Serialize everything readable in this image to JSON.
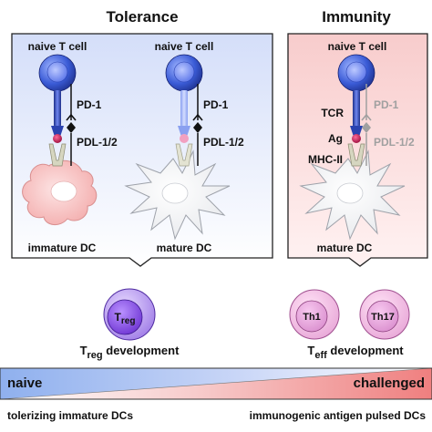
{
  "header": {
    "left_title": "Tolerance",
    "right_title": "Immunity"
  },
  "panels": {
    "left": {
      "cells": [
        {
          "top": "naive T cell",
          "receptor": "PD-1",
          "ligand": "PDL-1/2",
          "bottom": "immature DC"
        },
        {
          "top": "naive T cell",
          "receptor": "PD-1",
          "ligand": "PDL-1/2",
          "bottom": "mature DC"
        }
      ]
    },
    "right": {
      "top": "naive T cell",
      "tcr": "TCR",
      "ag": "Ag",
      "mhc": "MHC-II",
      "receptor": "PD-1",
      "ligand": "PDL-1/2",
      "bottom": "mature DC"
    }
  },
  "outcomes": {
    "treg": {
      "cell_main": "T",
      "cell_sub": "reg",
      "caption_main": "T",
      "caption_sub": "reg",
      "caption_rest": " development"
    },
    "teff": {
      "cells": [
        "Th1",
        "Th17"
      ],
      "caption_main": "T",
      "caption_sub": "eff",
      "caption_rest": " development"
    }
  },
  "gradient": {
    "left_label": "naive",
    "right_label": "challenged",
    "left_caption": "tolerizing immature DCs",
    "right_caption": "immunogenic antigen pulsed DCs"
  },
  "colors": {
    "tcell_blue": "#3a5bd6",
    "mhc_red": "#c0124e",
    "immature_dc": "#f4b8b8",
    "treg_purple": "#7b3fd0",
    "teff_pink": "#e39ad0",
    "left_panel": "#dfe7fb",
    "right_panel": "#fbd9d9"
  }
}
